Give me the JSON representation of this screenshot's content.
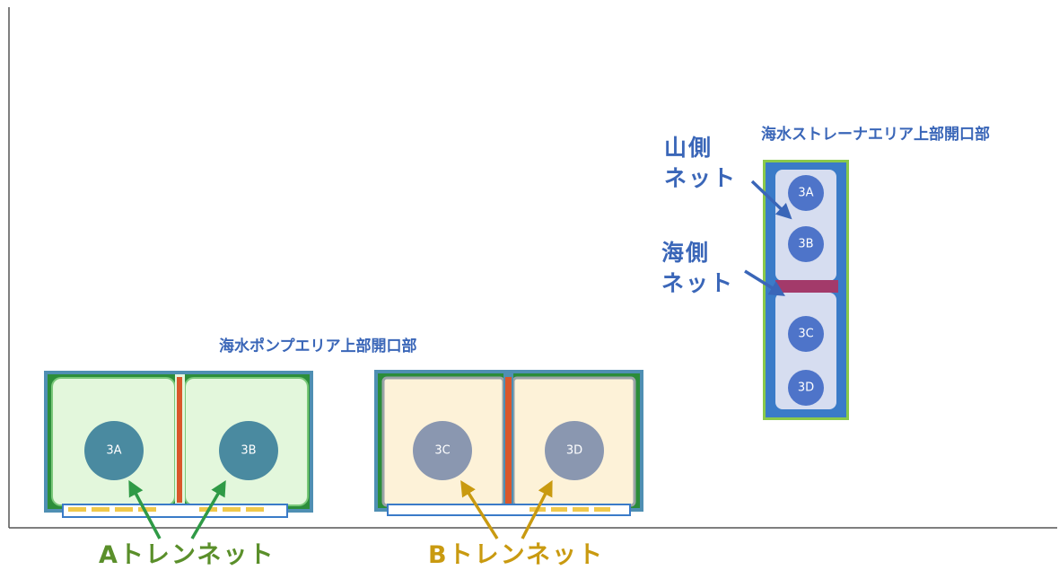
{
  "labels": {
    "pump_area": "海水ポンプエリア上部開口部",
    "strainer_area": "海水ストレーナエリア上部開口部",
    "a_trench_net": "Aトレンネット",
    "b_trench_net": "Bトレンネット",
    "mountain_side_net_line1": "山側",
    "mountain_side_net_line2": "ネット",
    "sea_side_net_line1": "海側",
    "sea_side_net_line2": "ネット"
  },
  "pumps": {
    "p3a": "3A",
    "p3b": "3B",
    "p3c": "3C",
    "p3d": "3D"
  },
  "strainers": {
    "s3a": "3A",
    "s3b": "3B",
    "s3c": "3C",
    "s3d": "3D"
  },
  "colors": {
    "a_fill": "#e3f7dc",
    "a_border": "#3f9b3a",
    "b_fill": "#fdf2d8",
    "b_border": "#2b8c3a",
    "frame_blue": "#3a7bc8",
    "pump_circle_a": "#4a8aa0",
    "pump_circle_b": "#8a97b0",
    "strainer_fill": "#d6ddf0",
    "strainer_circle": "#4e74c9",
    "divider_red": "#d9572b",
    "divider_purple": "#a33a6a",
    "arrow_green": "#2f9a46",
    "arrow_gold": "#c99a10",
    "arrow_blue": "#3a66b8",
    "axis": "#555555"
  }
}
